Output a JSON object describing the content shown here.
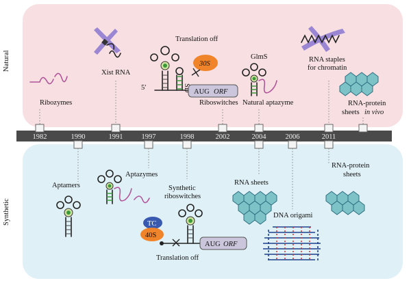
{
  "sides": {
    "natural": "Natural",
    "synthetic": "Synthetic"
  },
  "years": [
    "1982",
    "1990",
    "1991",
    "1997",
    "1998",
    "2002",
    "2004",
    "2006",
    "2011"
  ],
  "natural_labels": {
    "ribozymes": "Ribozymes",
    "xist": "Xist RNA",
    "translation_off_top": "Translation off",
    "riboswitches": "Riboswitches",
    "glms": "GlmS",
    "natural_aptazyme": "Natural aptazyme",
    "staples_1": "RNA staples",
    "staples_2": "for chromatin",
    "rps_invivo_1": "RNA-protein",
    "rps_invivo_2": "sheets",
    "rps_invivo_3": "in vivo",
    "five_prime": "5′",
    "sd": "SD",
    "ribo30s": "30S",
    "aug": "AUG",
    "orf": "ORF"
  },
  "synthetic_labels": {
    "aptamers": "Aptamers",
    "aptazymes": "Aptazymes",
    "synth_ribo_1": "Synthetic",
    "synth_ribo_2": "riboswitches",
    "rna_sheets": "RNA sheets",
    "dna_origami": "DNA origami",
    "rps_1": "RNA-protein",
    "rps_2": "sheets",
    "translation_off_bottom": "Translation off",
    "tc": "TC",
    "ribo40s": "40S",
    "aug": "AUG",
    "orf": "ORF"
  }
}
